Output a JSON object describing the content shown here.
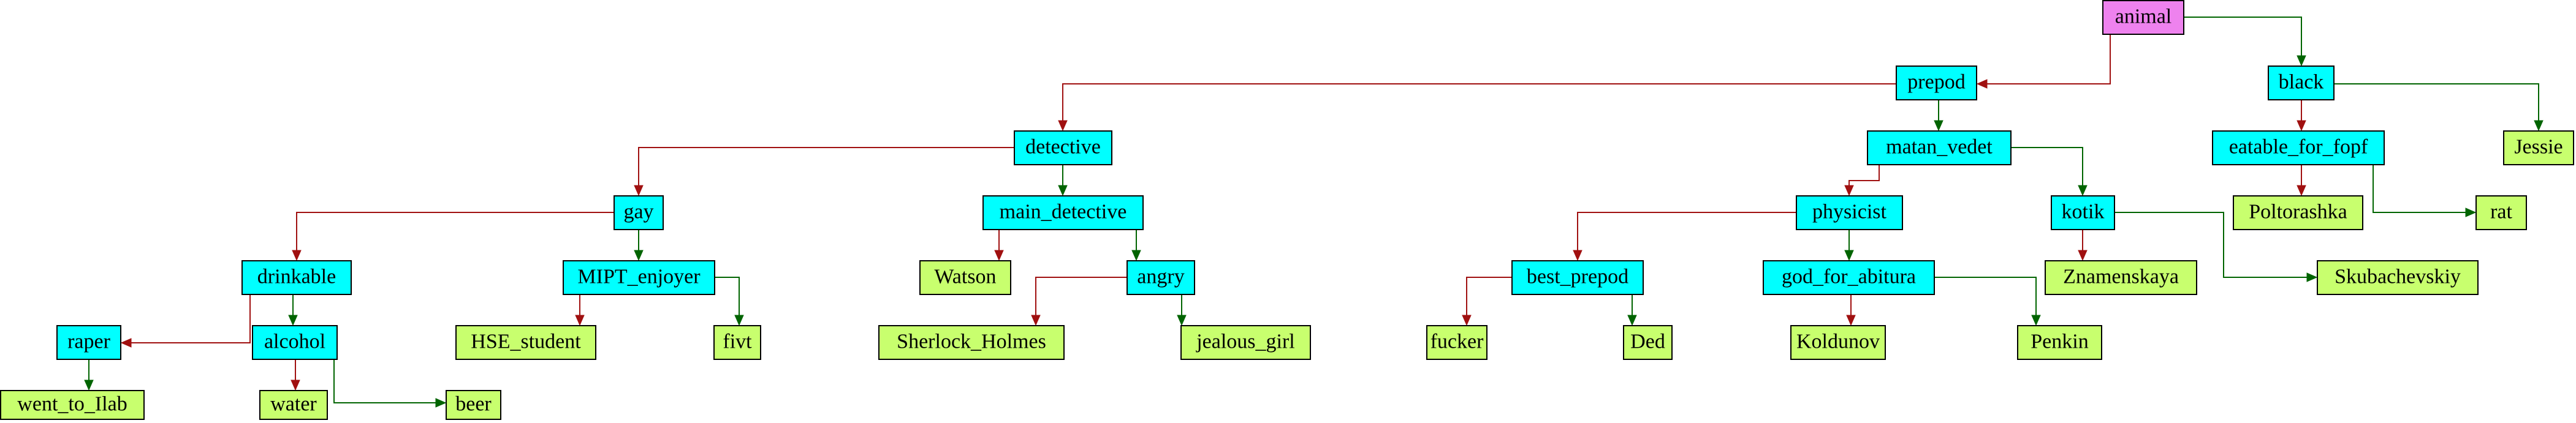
{
  "colors": {
    "root_fill": "#ee82ee",
    "question_fill": "#00ffff",
    "leaf_fill": "#c8ff6e",
    "no_edge": "#a01010",
    "yes_edge": "#006400"
  },
  "nodes": [
    {
      "id": "animal",
      "label": "animal",
      "kind": "root"
    },
    {
      "id": "prepod",
      "label": "prepod",
      "kind": "question"
    },
    {
      "id": "black",
      "label": "black",
      "kind": "question"
    },
    {
      "id": "detective",
      "label": "detective",
      "kind": "question"
    },
    {
      "id": "matan_vedet",
      "label": "matan_vedet",
      "kind": "question"
    },
    {
      "id": "eatable_for_fopf",
      "label": "eatable_for_fopf",
      "kind": "question"
    },
    {
      "id": "Jessie",
      "label": "Jessie",
      "kind": "leaf"
    },
    {
      "id": "gay",
      "label": "gay",
      "kind": "question"
    },
    {
      "id": "main_detective",
      "label": "main_detective",
      "kind": "question"
    },
    {
      "id": "physicist",
      "label": "physicist",
      "kind": "question"
    },
    {
      "id": "kotik",
      "label": "kotik",
      "kind": "question"
    },
    {
      "id": "Poltorashka",
      "label": "Poltorashka",
      "kind": "leaf"
    },
    {
      "id": "rat",
      "label": "rat",
      "kind": "leaf"
    },
    {
      "id": "drinkable",
      "label": "drinkable",
      "kind": "question"
    },
    {
      "id": "MIPT_enjoyer",
      "label": "MIPT_enjoyer",
      "kind": "question"
    },
    {
      "id": "Watson",
      "label": "Watson",
      "kind": "leaf"
    },
    {
      "id": "angry",
      "label": "angry",
      "kind": "question"
    },
    {
      "id": "best_prepod",
      "label": "best_prepod",
      "kind": "question"
    },
    {
      "id": "god_for_abitura",
      "label": "god_for_abitura",
      "kind": "question"
    },
    {
      "id": "Znamenskaya",
      "label": "Znamenskaya",
      "kind": "leaf"
    },
    {
      "id": "Skubachevskiy",
      "label": "Skubachevskiy",
      "kind": "leaf"
    },
    {
      "id": "raper",
      "label": "raper",
      "kind": "question"
    },
    {
      "id": "alcohol",
      "label": "alcohol",
      "kind": "question"
    },
    {
      "id": "HSE_student",
      "label": "HSE_student",
      "kind": "leaf"
    },
    {
      "id": "fivt",
      "label": "fivt",
      "kind": "leaf"
    },
    {
      "id": "Sherlock_Holmes",
      "label": "Sherlock_Holmes",
      "kind": "leaf"
    },
    {
      "id": "jealous_girl",
      "label": "jealous_girl",
      "kind": "leaf"
    },
    {
      "id": "fucker",
      "label": "fucker",
      "kind": "leaf"
    },
    {
      "id": "Ded",
      "label": "Ded",
      "kind": "leaf"
    },
    {
      "id": "Koldunov",
      "label": "Koldunov",
      "kind": "leaf"
    },
    {
      "id": "Penkin",
      "label": "Penkin",
      "kind": "leaf"
    },
    {
      "id": "went_to_Ilab",
      "label": "went_to_Ilab",
      "kind": "leaf"
    },
    {
      "id": "water",
      "label": "water",
      "kind": "leaf"
    },
    {
      "id": "beer",
      "label": "beer",
      "kind": "leaf"
    }
  ],
  "edges": [
    {
      "from": "animal",
      "to": "prepod",
      "answer": "no"
    },
    {
      "from": "animal",
      "to": "black",
      "answer": "yes"
    },
    {
      "from": "prepod",
      "to": "detective",
      "answer": "no"
    },
    {
      "from": "prepod",
      "to": "matan_vedet",
      "answer": "yes"
    },
    {
      "from": "black",
      "to": "eatable_for_fopf",
      "answer": "no"
    },
    {
      "from": "black",
      "to": "Jessie",
      "answer": "yes"
    },
    {
      "from": "detective",
      "to": "gay",
      "answer": "no"
    },
    {
      "from": "detective",
      "to": "main_detective",
      "answer": "yes"
    },
    {
      "from": "matan_vedet",
      "to": "physicist",
      "answer": "no"
    },
    {
      "from": "matan_vedet",
      "to": "kotik",
      "answer": "yes"
    },
    {
      "from": "eatable_for_fopf",
      "to": "Poltorashka",
      "answer": "no"
    },
    {
      "from": "eatable_for_fopf",
      "to": "rat",
      "answer": "yes"
    },
    {
      "from": "gay",
      "to": "drinkable",
      "answer": "no"
    },
    {
      "from": "gay",
      "to": "MIPT_enjoyer",
      "answer": "yes"
    },
    {
      "from": "main_detective",
      "to": "Watson",
      "answer": "no"
    },
    {
      "from": "main_detective",
      "to": "angry",
      "answer": "yes"
    },
    {
      "from": "physicist",
      "to": "best_prepod",
      "answer": "no"
    },
    {
      "from": "physicist",
      "to": "god_for_abitura",
      "answer": "yes"
    },
    {
      "from": "kotik",
      "to": "Znamenskaya",
      "answer": "no"
    },
    {
      "from": "kotik",
      "to": "Skubachevskiy",
      "answer": "yes"
    },
    {
      "from": "drinkable",
      "to": "raper",
      "answer": "no"
    },
    {
      "from": "drinkable",
      "to": "alcohol",
      "answer": "yes"
    },
    {
      "from": "MIPT_enjoyer",
      "to": "HSE_student",
      "answer": "no"
    },
    {
      "from": "MIPT_enjoyer",
      "to": "fivt",
      "answer": "yes"
    },
    {
      "from": "angry",
      "to": "Sherlock_Holmes",
      "answer": "no"
    },
    {
      "from": "angry",
      "to": "jealous_girl",
      "answer": "yes"
    },
    {
      "from": "best_prepod",
      "to": "fucker",
      "answer": "no"
    },
    {
      "from": "best_prepod",
      "to": "Ded",
      "answer": "yes"
    },
    {
      "from": "god_for_abitura",
      "to": "Koldunov",
      "answer": "no"
    },
    {
      "from": "god_for_abitura",
      "to": "Penkin",
      "answer": "yes"
    },
    {
      "from": "raper",
      "to": "went_to_Ilab",
      "answer": "yes"
    },
    {
      "from": "alcohol",
      "to": "water",
      "answer": "no"
    },
    {
      "from": "alcohol",
      "to": "beer",
      "answer": "yes"
    }
  ]
}
